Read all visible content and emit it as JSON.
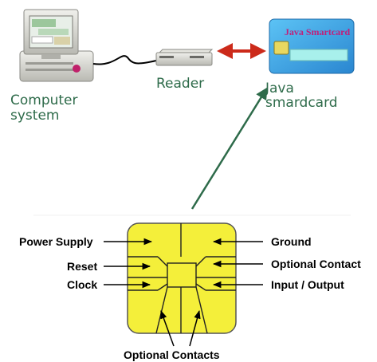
{
  "labels": {
    "computer_line1": "Computer",
    "computer_line2": "system",
    "reader": "Reader",
    "card_line1": "Java",
    "card_line2": "smardcard",
    "card_title": "Java Smartcard"
  },
  "pins": {
    "power_supply": "Power Supply",
    "reset": "Reset",
    "clock": "Clock",
    "ground": "Ground",
    "optional_contact": "Optional Contact",
    "input_output": "Input / Output",
    "optional_contacts": "Optional Contacts"
  },
  "colors": {
    "label_green": "#2e6b4a",
    "chip_yellow": "#f4ef3a",
    "card_blue": "#3aa6e6",
    "arrow_red": "#cc2a1a",
    "pointer_green": "#2e6b4a"
  }
}
